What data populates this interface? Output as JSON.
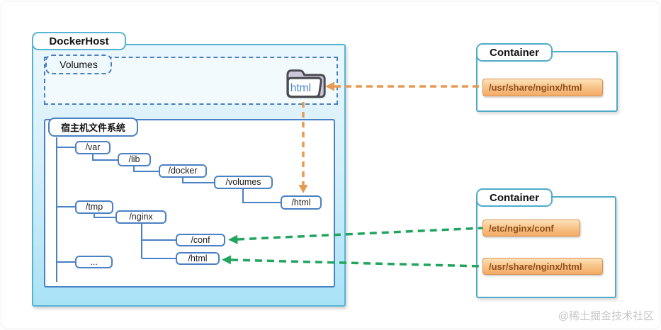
{
  "diagram": {
    "docker_host": {
      "title": "DockerHost"
    },
    "volumes": {
      "title": "Volumes",
      "folder_label": "html"
    },
    "filesystem": {
      "title": "宿主机文件系统",
      "nodes": {
        "var": "/var",
        "lib": "/lib",
        "docker": "/docker",
        "volumes": "/volumes",
        "volumes_html": "/html",
        "tmp": "/tmp",
        "nginx": "/nginx",
        "conf": "/conf",
        "nginx_html": "/html",
        "more": "..."
      }
    },
    "containers": [
      {
        "title": "Container",
        "mounts": [
          "/usr/share/nginx/html"
        ]
      },
      {
        "title": "Container",
        "mounts": [
          "/etc/nginx/conf",
          "/usr/share/nginx/html"
        ]
      }
    ],
    "colors": {
      "host_border": "#56b4d3",
      "host_fill_top": "#eaf7fd",
      "host_fill_bottom": "#a8e2f5",
      "volumes_dash_blue": "#4a7fc1",
      "tree_blue": "#4a80c4",
      "container_border": "#4fabc8",
      "mount_fill": "#f4aa66",
      "mount_text": "#8f4f1d",
      "arrow_orange": "#e89a52",
      "arrow_green": "#21a55e"
    },
    "watermark": "@稀土掘金技术社区"
  }
}
